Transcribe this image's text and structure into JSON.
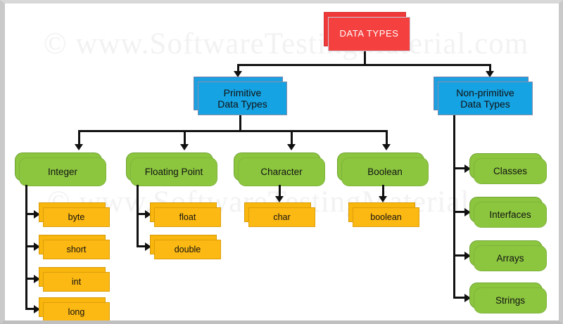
{
  "diagram": {
    "title": "DATA TYPES",
    "watermark": {
      "line1": "©  www.SoftwareTestingMaterial.com",
      "line2": "©  www.SoftwareTestingMaterial.com"
    },
    "colors": {
      "root": "#f4413f",
      "category": "#15a3e3",
      "group": "#8cc63f",
      "leaf": "#fcb813",
      "connector": "#111111",
      "frame": "#c9c9c9",
      "background": "#ffffff",
      "watermark": "#f2f2f2"
    },
    "root": {
      "label": "DATA TYPES"
    },
    "categories": [
      {
        "id": "primitive",
        "label_line1": "Primitive",
        "label_line2": "Data Types"
      },
      {
        "id": "non-primitive",
        "label_line1": "Non-primitive",
        "label_line2": "Data Types"
      }
    ],
    "primitive_groups": [
      {
        "id": "integer",
        "label": "Integer",
        "leaves": [
          "byte",
          "short",
          "int",
          "long"
        ]
      },
      {
        "id": "floating",
        "label": "Floating Point",
        "leaves": [
          "float",
          "double"
        ]
      },
      {
        "id": "character",
        "label": "Character",
        "leaves": [
          "char"
        ]
      },
      {
        "id": "boolean",
        "label": "Boolean",
        "leaves": [
          "boolean"
        ]
      }
    ],
    "non_primitive_items": [
      {
        "id": "classes",
        "label": "Classes"
      },
      {
        "id": "interfaces",
        "label": "Interfaces"
      },
      {
        "id": "arrays",
        "label": "Arrays"
      },
      {
        "id": "strings",
        "label": "Strings"
      }
    ]
  }
}
